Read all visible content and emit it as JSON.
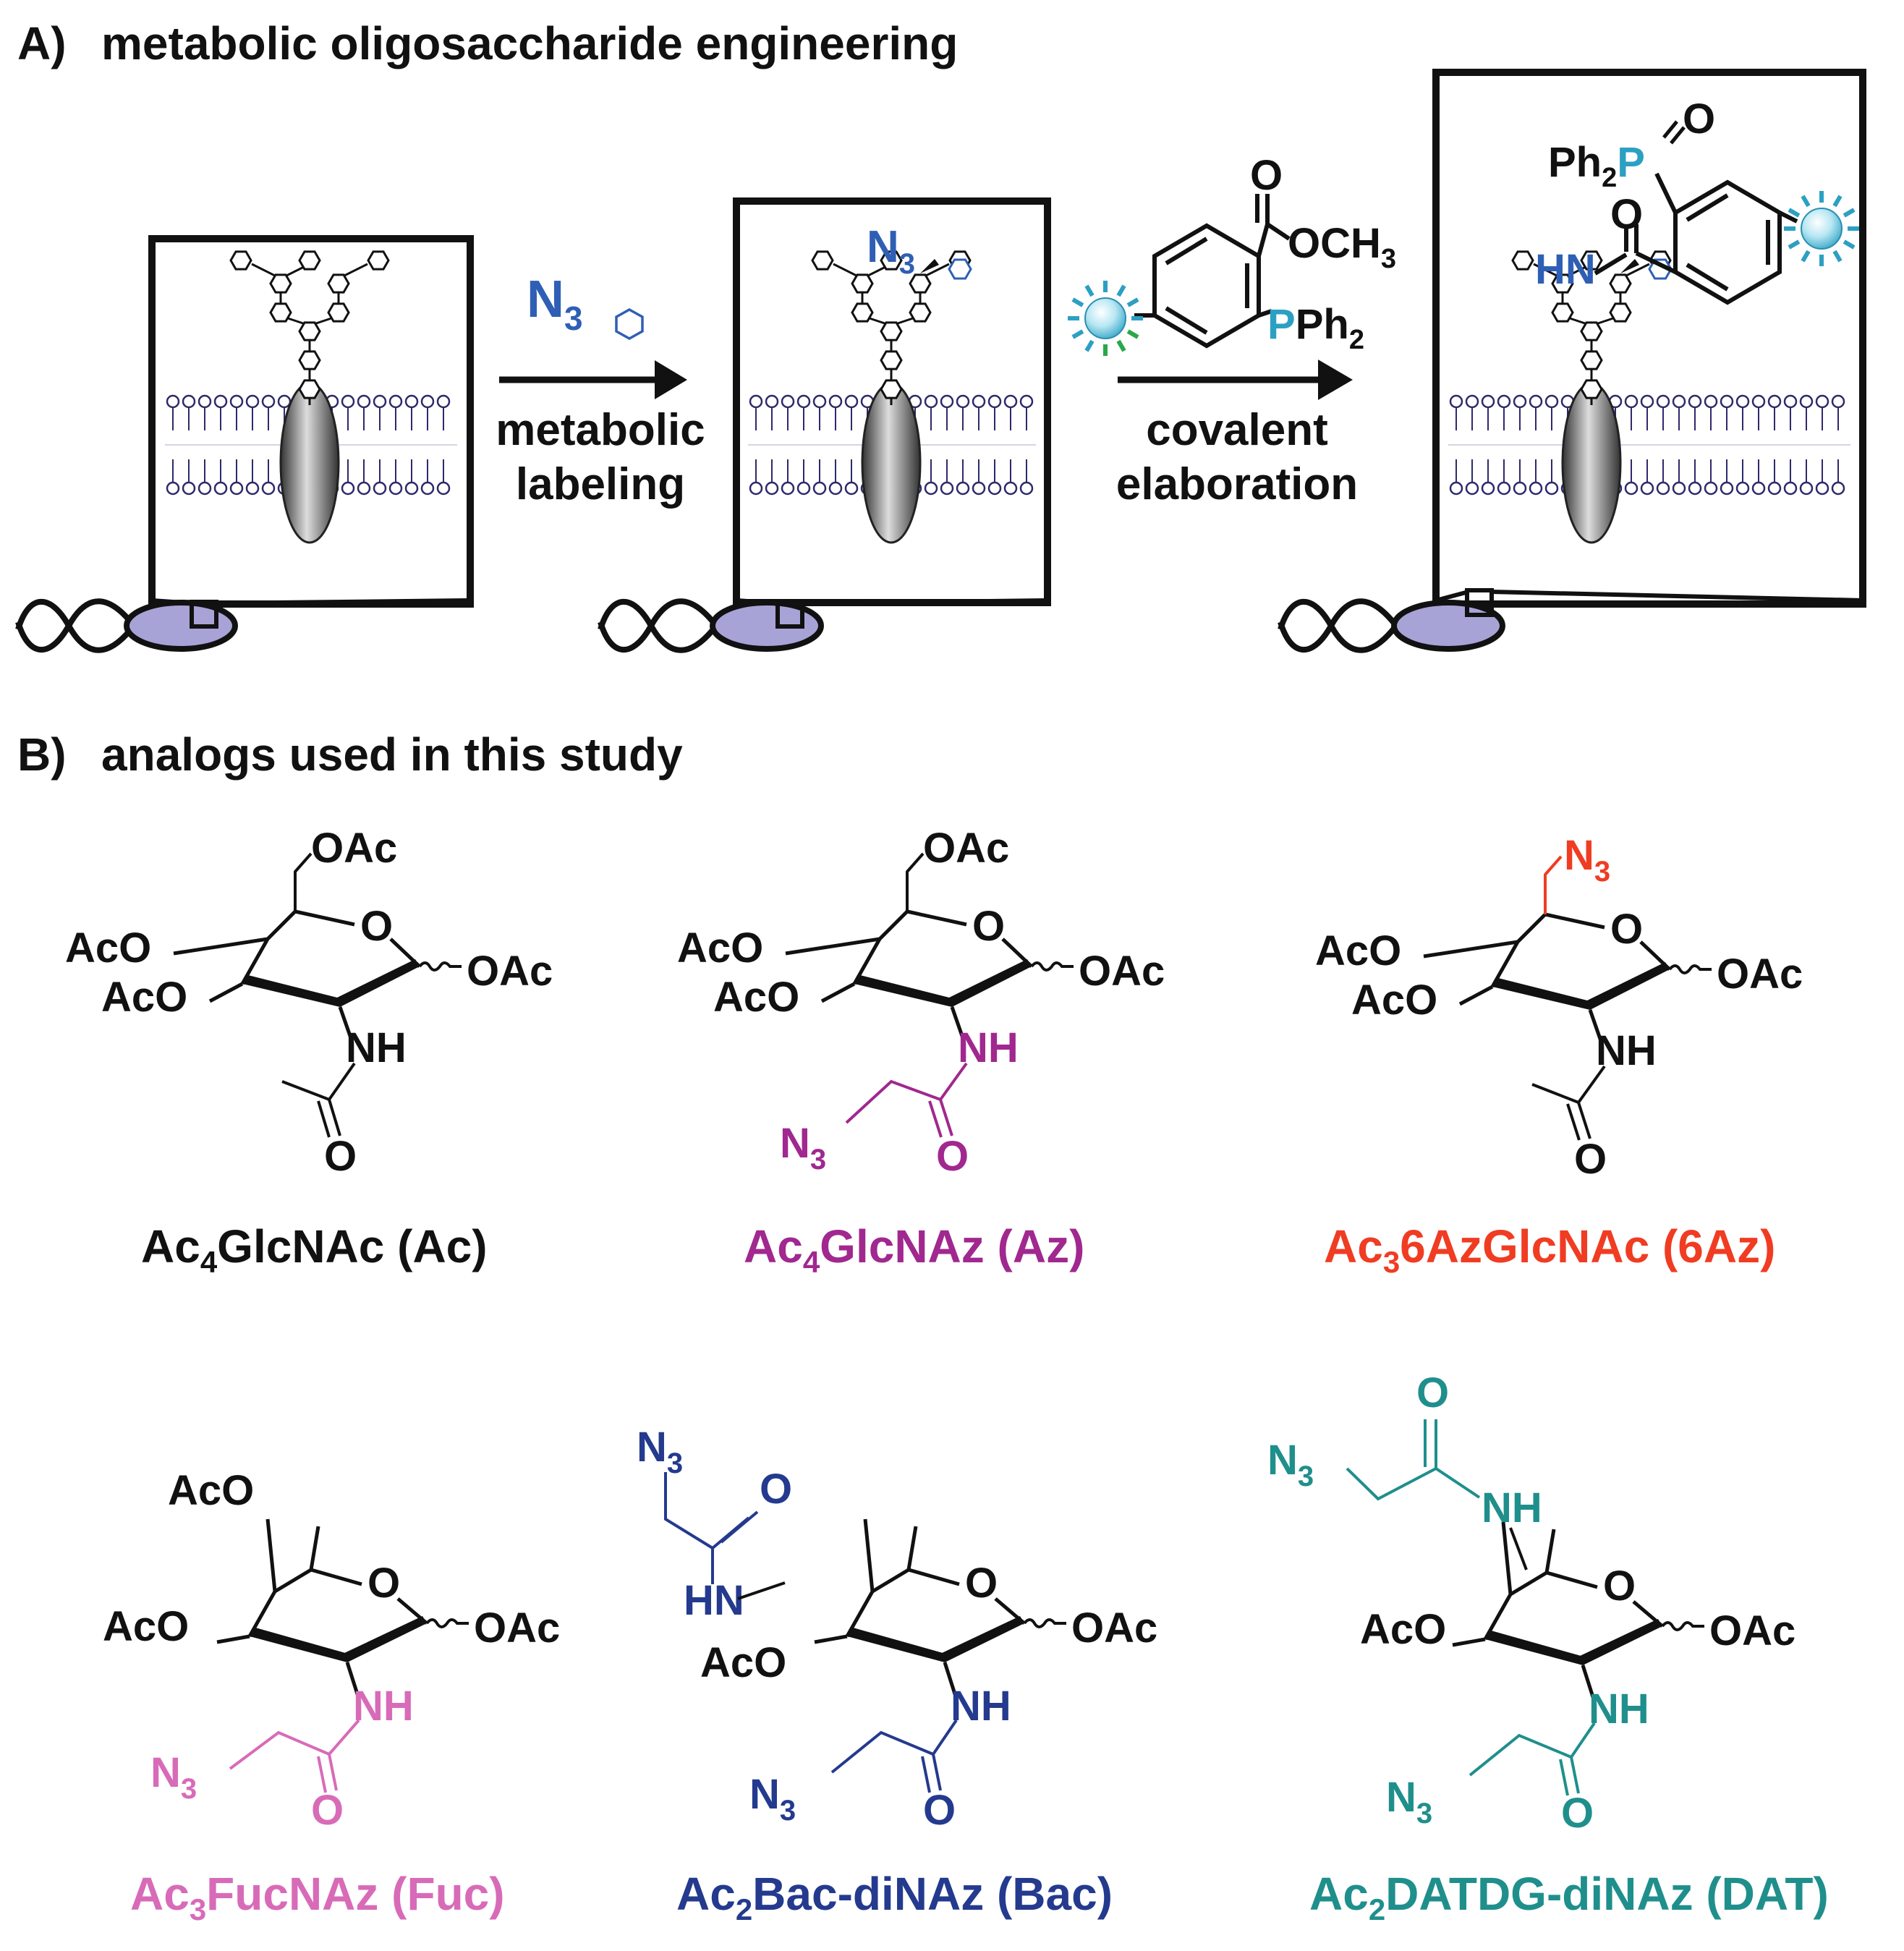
{
  "colors": {
    "black": "#111111",
    "azide_blue": "#2f5fb5",
    "phosphorus_cyan": "#2ca0c2",
    "membrane": "#2e2a6b",
    "cell_fill": "#a7a3d6",
    "az_purple": "#a0288f",
    "az6_red": "#f03c22",
    "fuc_pink": "#d86bb8",
    "bac_navy": "#243a8e",
    "dat_teal": "#1f8f8c"
  },
  "panelA": {
    "header_letter": "A)",
    "header_text": "metabolic oligosaccharide engineering",
    "arrow1": {
      "reagent_main": "N",
      "reagent_sub": "3",
      "label_line1": "metabolic",
      "label_line2": "labeling"
    },
    "box2_azide_main": "N",
    "box2_azide_sub": "3",
    "arrow2": {
      "label_line1": "covalent",
      "label_line2": "elaboration"
    },
    "phosphine_reagent": {
      "carbonyl_o": "O",
      "ester_main": "OCH",
      "ester_sub": "3",
      "p_letter": "P",
      "ph_main": "Ph",
      "ph_sub": "2"
    },
    "product": {
      "ph_main": "Ph",
      "ph_sub": "2",
      "p_letter": "P",
      "oxide_o": "O",
      "amide_o": "O",
      "hn": "HN"
    }
  },
  "panelB": {
    "header_letter": "B)",
    "header_text": "analogs used in this study",
    "compounds": [
      {
        "name_pre": "Ac",
        "name_sub": "4",
        "name_post": "GlcNAc (Ac)",
        "c6": "OAc",
        "acyl_n3_main": "",
        "acyl_n3_sub": "",
        "acyl_o": "O"
      },
      {
        "name_pre": "Ac",
        "name_sub": "4",
        "name_post": "GlcNAz (Az)",
        "c6": "OAc",
        "acyl_n3_main": "N",
        "acyl_n3_sub": "3",
        "acyl_o": "O"
      },
      {
        "name_pre": "Ac",
        "name_sub": "3",
        "name_post": "6AzGlcNAc (6Az)",
        "c6_main": "N",
        "c6_sub": "3",
        "acyl_o": "O"
      },
      {
        "name_pre": "Ac",
        "name_sub": "3",
        "name_post": "FucNAz (Fuc)",
        "acyl_n3_main": "N",
        "acyl_n3_sub": "3",
        "acyl_o": "O"
      },
      {
        "name_pre": "Ac",
        "name_sub": "2",
        "name_post": "Bac-diNAz (Bac)",
        "top_n3_main": "N",
        "top_n3_sub": "3",
        "top_o": "O",
        "hn": "HN",
        "acyl_n3_main": "N",
        "acyl_n3_sub": "3",
        "acyl_o": "O"
      },
      {
        "name_pre": "Ac",
        "name_sub": "2",
        "name_post": "DATDG-diNAz (DAT)",
        "top_o": "O",
        "top_n3_main": "N",
        "top_n3_sub": "3",
        "top_nh": "NH",
        "acyl_n3_main": "N",
        "acyl_n3_sub": "3",
        "acyl_o": "O"
      }
    ],
    "common": {
      "aco": "AcO",
      "oac": "OAc",
      "ring_o": "O",
      "nh": "NH",
      "wavy": "~"
    }
  }
}
